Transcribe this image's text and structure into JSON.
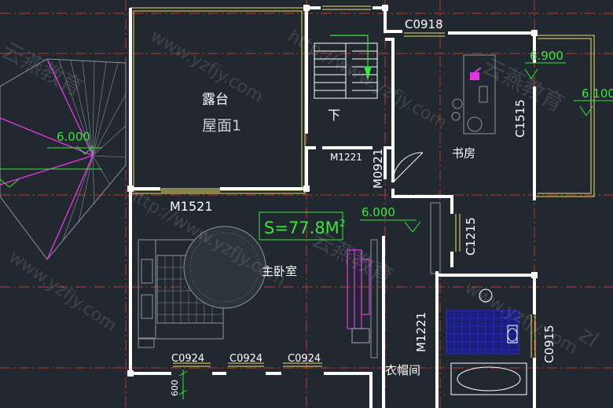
{
  "rooms": {
    "terrace": "露台",
    "roof": "屋面1",
    "stair_down": "下",
    "study": "书房",
    "master_bedroom": "主卧室",
    "walk_in_closet": "衣帽间"
  },
  "area_label": "S=77.8M",
  "area_superscript": "2",
  "elevations": {
    "left": "6.000",
    "center": "6.000",
    "study_upper": "6.900",
    "study_right": "6.100"
  },
  "openings": {
    "study_top_window": "C0918",
    "study_right_window": "C1515",
    "bedroom_door": "M1521",
    "stair_door": "M1221",
    "study_door": "M0921",
    "corridor_window": "C1215",
    "closet_door": "M1221",
    "bath_window": "C0915",
    "bottom_windows": [
      "C0924",
      "C0924",
      "C0924"
    ]
  },
  "dimension": "600",
  "watermarks": [
    "http://www.yzfjy.com",
    "www.yzfjy.com",
    "云燕教育",
    "zl"
  ],
  "colors": {
    "background": "#212830",
    "wall": "#ffffff",
    "grid_axis": "#c0392b",
    "window": "#e8e36a",
    "green_mark": "#39e639",
    "magenta": "#e335e3",
    "tile_blue": "#2a2ad8",
    "gray_line": "#8c939c"
  }
}
